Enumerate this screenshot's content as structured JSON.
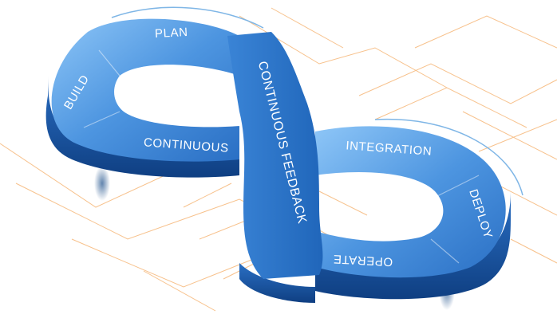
{
  "diagram": {
    "stages": {
      "plan": "PLAN",
      "build": "BUILD",
      "continuous": "CONTINUOUS",
      "integration": "INTEGRATION",
      "deploy": "DEPLOY",
      "operate": "OPERATE",
      "feedback": "CONTINUOUS FEEDBACK"
    },
    "colors": {
      "loop_light": "#6db3f2",
      "loop_mid": "#3b86d8",
      "loop_dark": "#1d5fb0",
      "edge_dark": "#0f3f82",
      "circuit_lines": "#f6b778"
    }
  }
}
